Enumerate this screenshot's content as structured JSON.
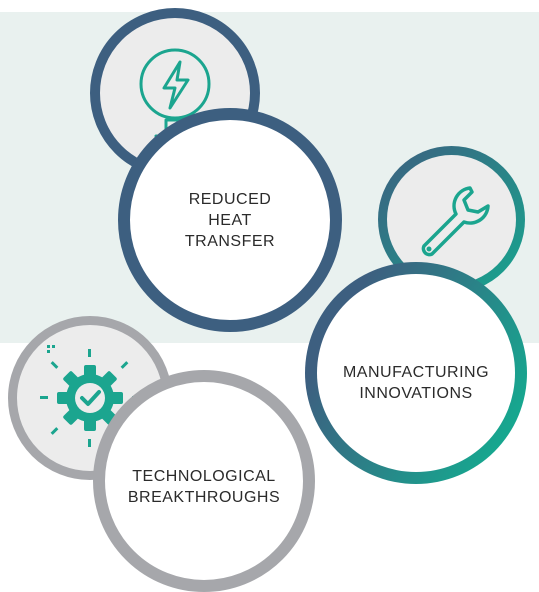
{
  "items": [
    {
      "id": "reduced-heat-transfer",
      "lines": [
        "REDUCED",
        "HEAT",
        "TRANSFER"
      ],
      "icon": "lightning-down-arrow-icon",
      "ring_color": "#3d5f80"
    },
    {
      "id": "manufacturing-innovations",
      "lines": [
        "MANUFACTURING",
        "INNOVATIONS"
      ],
      "icon": "wrench-icon",
      "ring_gradient": [
        "#3d5f80",
        "#17a68f"
      ]
    },
    {
      "id": "technological-breakthroughs",
      "lines": [
        "TECHNOLOGICAL",
        "BREAKTHROUGHS"
      ],
      "icon": "gear-checkmark-icon",
      "ring_color": "#a6a7ab"
    }
  ],
  "colors": {
    "band": "#e9f1ef",
    "icon_accent": "#1ba58f",
    "small_fill": "#ececec"
  }
}
